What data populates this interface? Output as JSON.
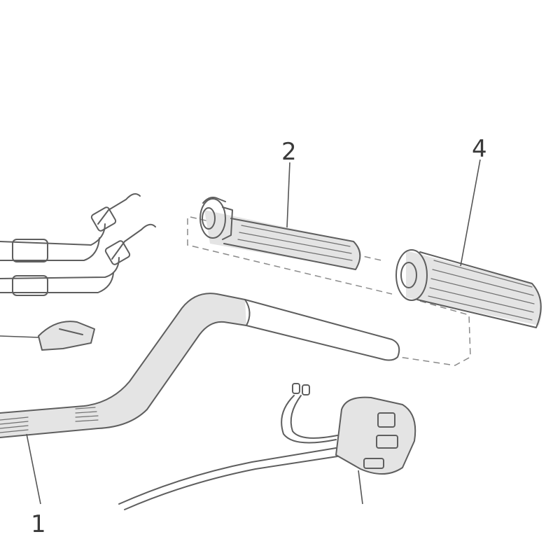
{
  "callouts": {
    "throttle_tube": "2",
    "grip": "4",
    "handlebar": "1"
  },
  "colors": {
    "line": "#5e5e5e",
    "fill": "#e4e4e4",
    "label": "#3a3a3a"
  }
}
